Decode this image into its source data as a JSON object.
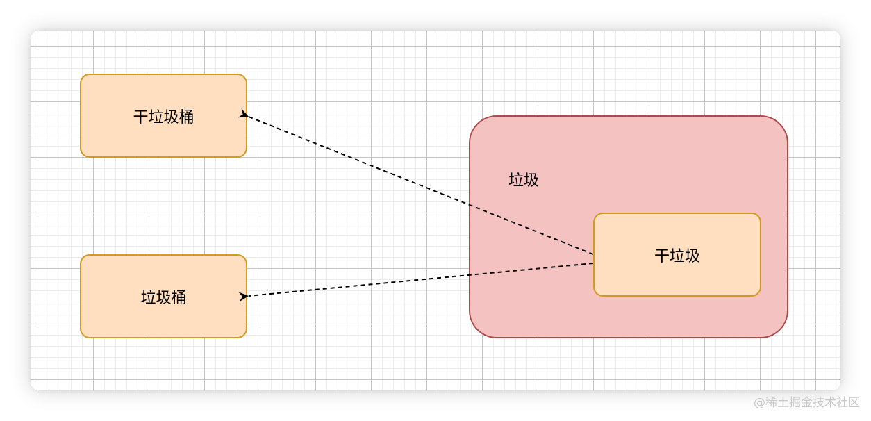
{
  "nodes": {
    "dry_bin": "干垃圾桶",
    "bin": "垃圾桶",
    "group_label": "垃圾",
    "dry_garbage": "干垃圾"
  },
  "watermark": "@稀土掘金技术社区",
  "colors": {
    "node_fill": "#ffdfbf",
    "node_stroke": "#d49a1f",
    "group_fill": "#f5c2c2",
    "group_stroke": "#b04a4a"
  }
}
